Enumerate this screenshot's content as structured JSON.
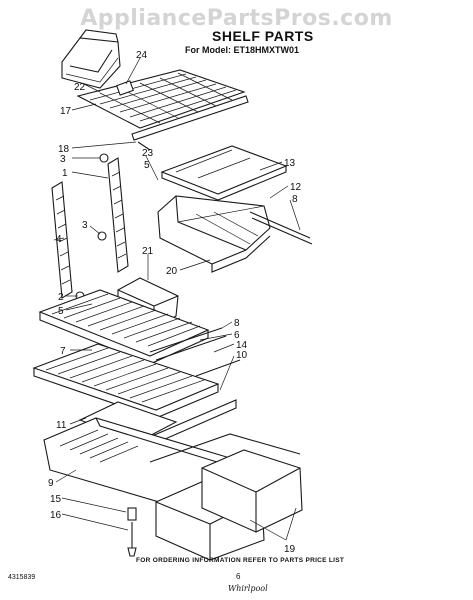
{
  "watermark": "AppliancePartsPros.com",
  "title": "SHELF PARTS",
  "model": "For Model: ET18HMXTW01",
  "footer": {
    "note": "FOR ORDERING INFORMATION REFER TO PARTS PRICE LIST",
    "code": "4315839",
    "page": "6",
    "signature": "Whirlpool"
  },
  "callouts": [
    "24",
    "22",
    "17",
    "18",
    "23",
    "3",
    "5",
    "1",
    "13",
    "12",
    "8",
    "4",
    "3",
    "21",
    "20",
    "2",
    "5",
    "8",
    "6",
    "14",
    "7",
    "10",
    "11",
    "9",
    "15",
    "16",
    "19"
  ]
}
